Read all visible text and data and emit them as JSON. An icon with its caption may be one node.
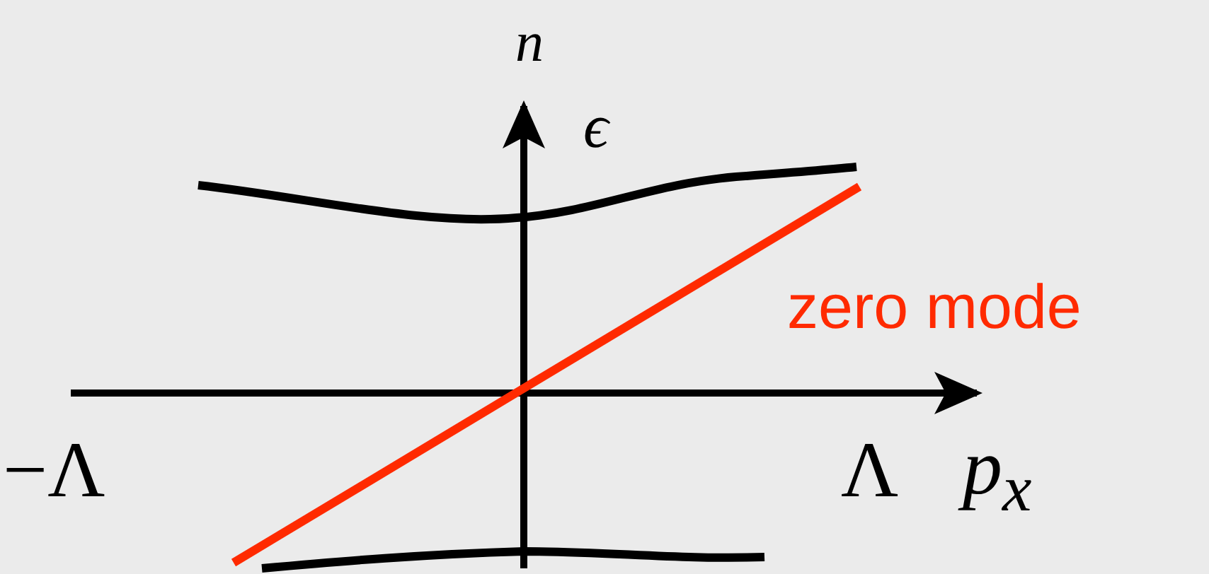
{
  "diagram": {
    "labels": [
      "n",
      "ϵ",
      "zero mode",
      "−Λ",
      "Λ",
      "p$_{x}$"
    ]
  }
}
